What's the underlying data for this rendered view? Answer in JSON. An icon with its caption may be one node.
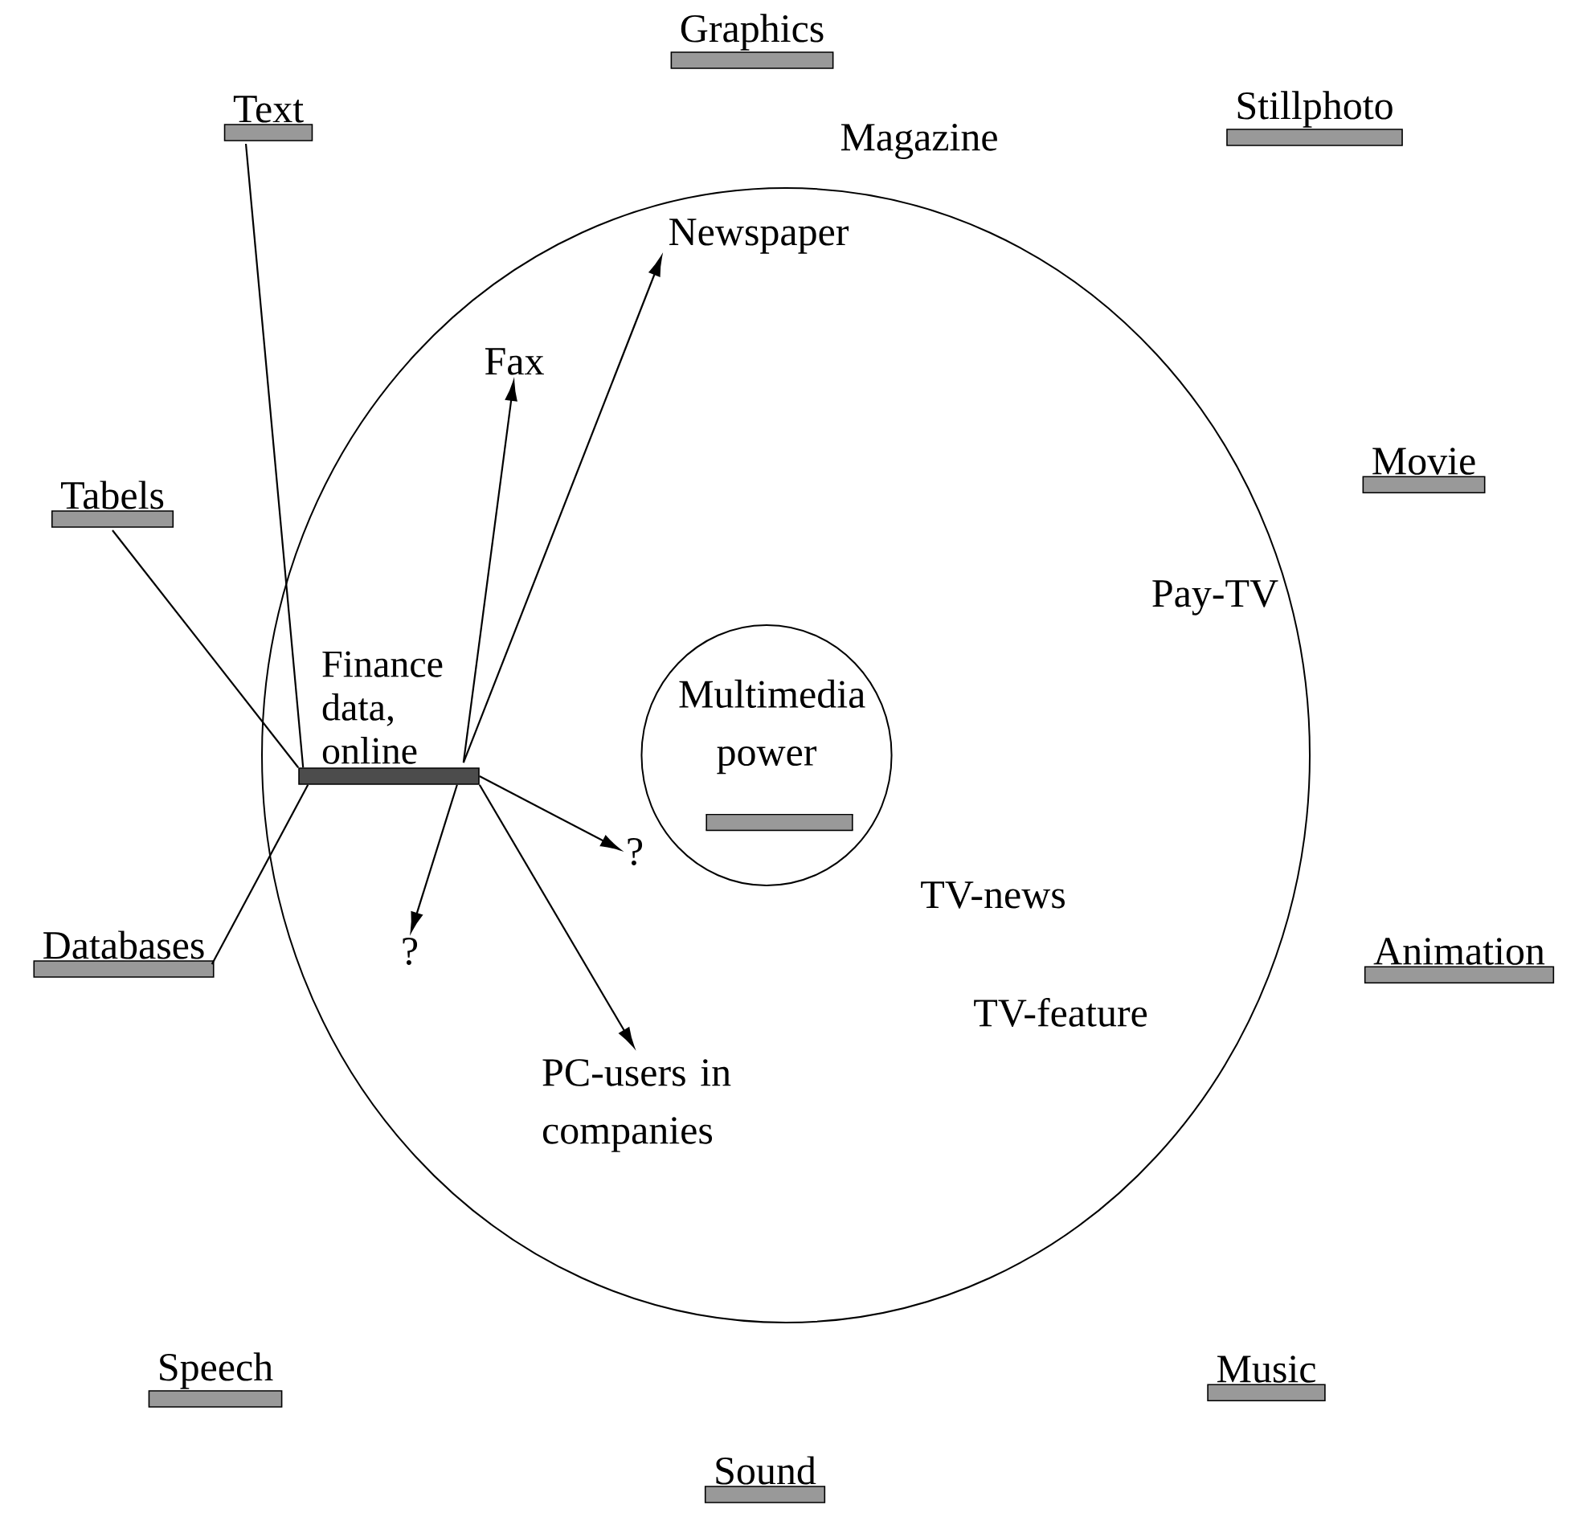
{
  "diagram": {
    "nodes": [
      {
        "text": [],
        "shape": "circle"
      },
      {
        "text": [
          "Text"
        ]
      },
      {
        "text": [
          "Tabels"
        ]
      },
      {
        "text": [
          "Databases"
        ]
      },
      {
        "text": [
          "Finance data, online"
        ],
        "in": 0
      },
      {
        "text": [
          "Multimedia power"
        ],
        "in": 0
      },
      {
        "text": [
          "Fax"
        ],
        "in": 0
      },
      {
        "text": [
          "Newspaper"
        ],
        "in": 0
      },
      {
        "text": [
          "?"
        ],
        "in": 0
      },
      {
        "text": [
          "?"
        ],
        "in": 0
      },
      {
        "text": [
          "PC-users in companies"
        ],
        "in": 0
      },
      {
        "text": [
          "Graphics"
        ]
      },
      {
        "text": [
          "Stillphoto"
        ]
      },
      {
        "text": [
          "Movie"
        ]
      },
      {
        "text": [
          "Animation"
        ]
      },
      {
        "text": [
          "Speech"
        ]
      },
      {
        "text": [
          "Music"
        ]
      },
      {
        "text": [
          "Sound"
        ]
      }
    ],
    "edges": [
      {
        "from": 1,
        "to": 4,
        "arrow": "none"
      },
      {
        "from": 2,
        "to": 4,
        "arrow": "none"
      },
      {
        "from": 3,
        "to": 4,
        "arrow": "none"
      },
      {
        "from": 4,
        "to": 6,
        "arrow": "to"
      },
      {
        "from": 4,
        "to": 7,
        "arrow": "to"
      },
      {
        "from": 4,
        "to": 8,
        "arrow": "to"
      },
      {
        "from": 4,
        "to": 9,
        "arrow": "to"
      },
      {
        "from": 4,
        "to": 10,
        "arrow": "to"
      }
    ],
    "labels": [
      "Magazine",
      "Pay-TV",
      "TV-news",
      "TV-feature"
    ]
  }
}
